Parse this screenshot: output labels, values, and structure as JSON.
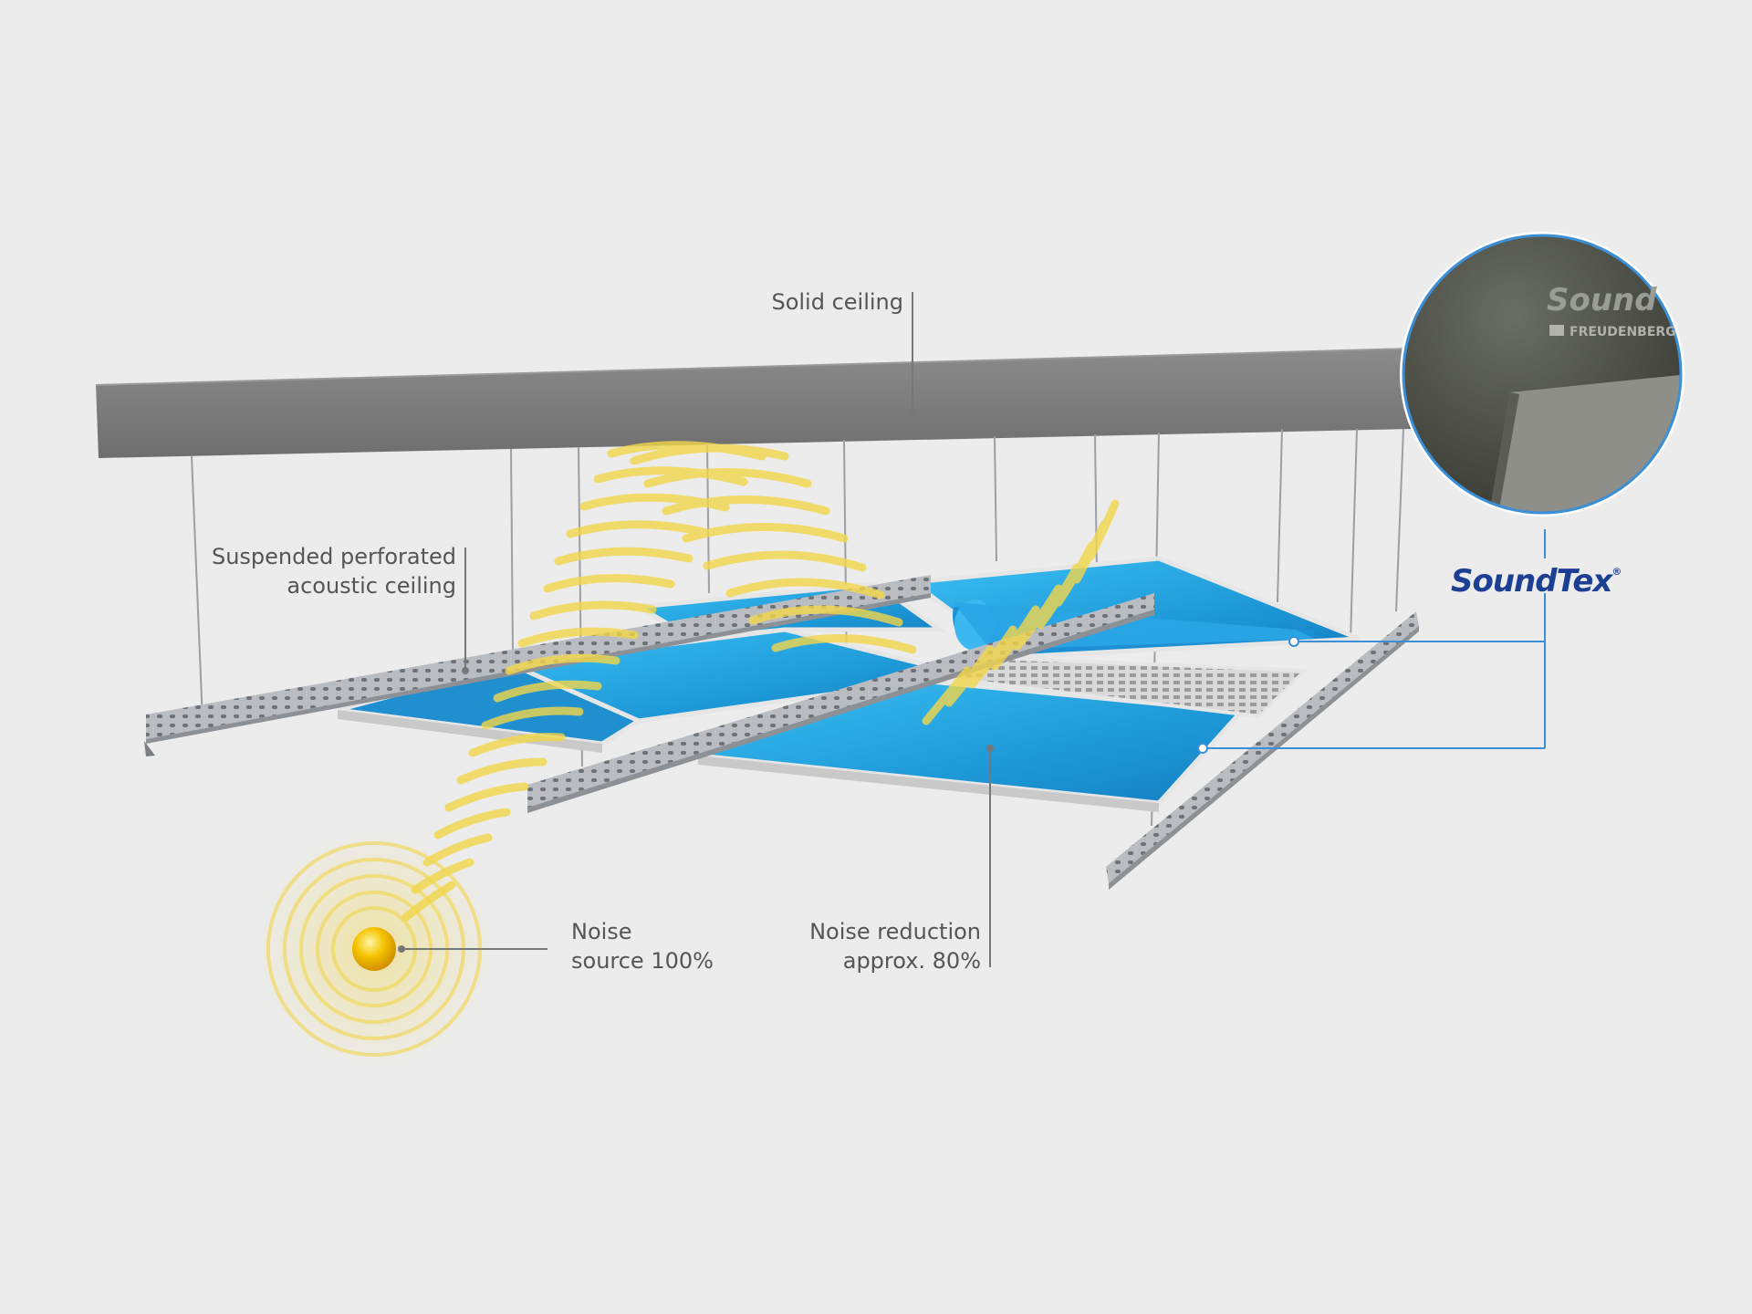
{
  "labels": {
    "solid_ceiling": "Solid ceiling",
    "suspended_line1": "Suspended perforated",
    "suspended_line2": "acoustic ceiling",
    "noise_source_line1": "Noise",
    "noise_source_line2": "source 100%",
    "noise_reduction_line1": "Noise reduction",
    "noise_reduction_line2": "approx. 80%"
  },
  "brand": {
    "name": "SoundTex",
    "registered": "®",
    "sample_print_1": "Sound",
    "sample_print_2": "FREUDENBERG"
  },
  "colors": {
    "background": "#ececec",
    "slab": "#7d7d7d",
    "panel_blue": "#2aa5e6",
    "sound_wave": "#f2d64a",
    "brand_blue": "#1c3f94",
    "leader_line": "#777777",
    "callout_line": "#3b8fd6"
  }
}
